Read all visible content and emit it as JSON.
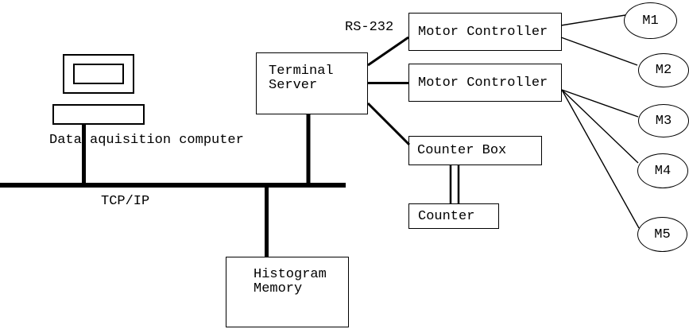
{
  "nodes": {
    "data_acquisition": {
      "label": "Data aquisition computer"
    },
    "terminal_server": {
      "line1": "Terminal",
      "line2": "Server"
    },
    "motor_controller_1": {
      "label": "Motor Controller"
    },
    "motor_controller_2": {
      "label": "Motor Controller"
    },
    "counter_box": {
      "label": "Counter Box"
    },
    "counter": {
      "label": "Counter"
    },
    "histogram_memory": {
      "line1": "Histogram",
      "line2": "Memory"
    }
  },
  "link_labels": {
    "network_bus": "TCP/IP",
    "serial_link": "RS-232"
  },
  "motors": [
    {
      "label": "M1"
    },
    {
      "label": "M2"
    },
    {
      "label": "M3"
    },
    {
      "label": "M4"
    },
    {
      "label": "M5"
    }
  ],
  "colors": {
    "line": "#000000",
    "background": "#ffffff"
  }
}
